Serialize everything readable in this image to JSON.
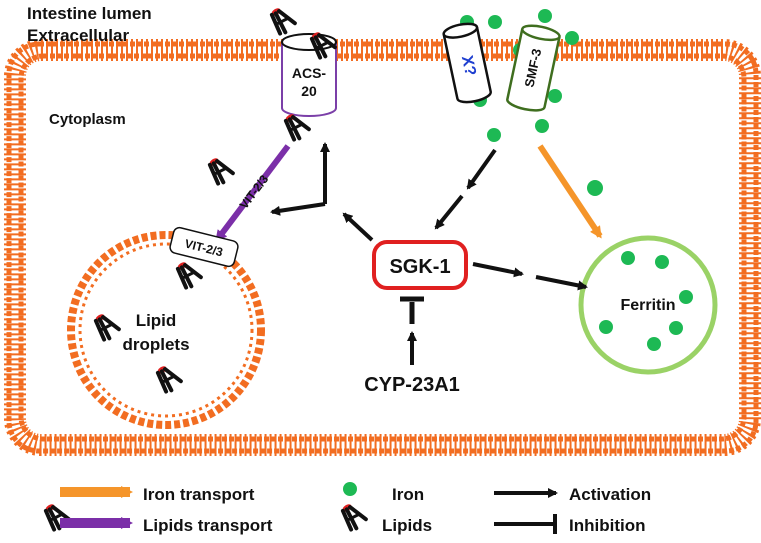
{
  "labels": {
    "intestine_lumen": "Intestine lumen",
    "extracellular": "Extracellular",
    "cytoplasm": "Cytoplasm",
    "acs20_line1": "ACS-",
    "acs20_line2": "20",
    "transporter_x": "X?",
    "smf3": "SMF-3",
    "vit_label_box": "VIT-2/3",
    "vit_label_arrow": "VIT-2/3",
    "lipid_line1": "Lipid",
    "lipid_line2": "droplets",
    "sgk1": "SGK-1",
    "cyp23a1": "CYP-23A1",
    "ferritin": "Ferritin"
  },
  "legend": {
    "iron_transport": "Iron transport",
    "lipids_transport": "Lipids transport",
    "iron": "Iron",
    "lipids": "Lipids",
    "activation": "Activation",
    "inhibition": "Inhibition"
  },
  "colors": {
    "membrane": "#f26d21",
    "iron": "#1db954",
    "iron_arrow": "#f5952a",
    "lipid_arrow": "#7b2fa8",
    "sgk_border": "#e02020",
    "ferritin_border": "#9ad266",
    "acs_border": "#7b3fa8",
    "smf3_border": "#3f6e1f",
    "x_text": "#1f3fd0",
    "lipid_cap": "#e02020",
    "lipid_body": "#111111"
  }
}
